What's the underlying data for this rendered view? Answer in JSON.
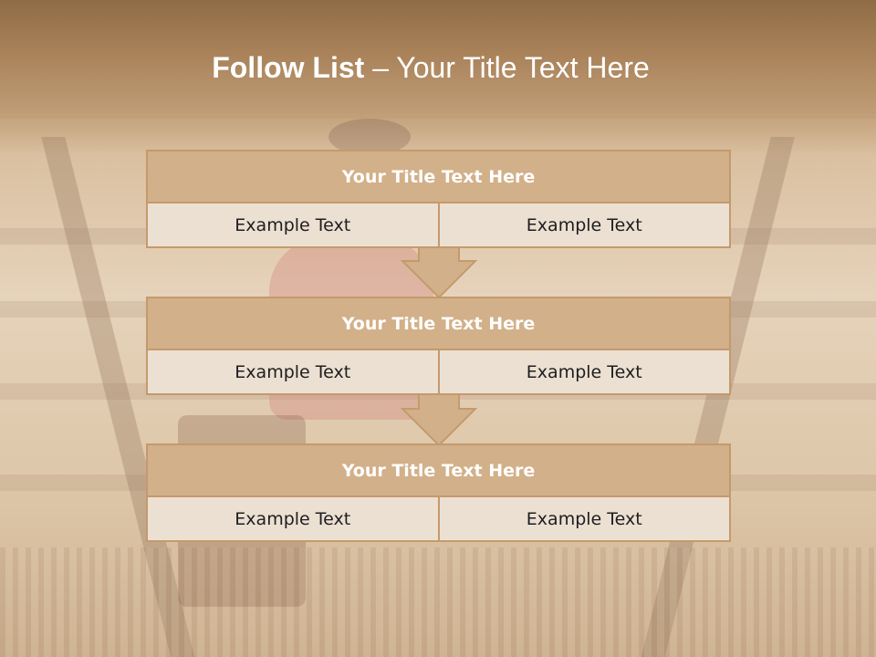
{
  "title": {
    "bold": "Follow List",
    "rest": " – Your Title Text Here"
  },
  "blocks": [
    {
      "heading": "Your Title Text Here",
      "cells": [
        "Example Text",
        "Example Text"
      ]
    },
    {
      "heading": "Your Title Text Here",
      "cells": [
        "Example Text",
        "Example Text"
      ]
    },
    {
      "heading": "Your Title Text Here",
      "cells": [
        "Example Text",
        "Example Text"
      ]
    }
  ],
  "colors": {
    "accent": "#c49a6c",
    "header_fill": "#d2b089",
    "cell_fill": "#ece0d3",
    "title_band": "#a9825a"
  }
}
